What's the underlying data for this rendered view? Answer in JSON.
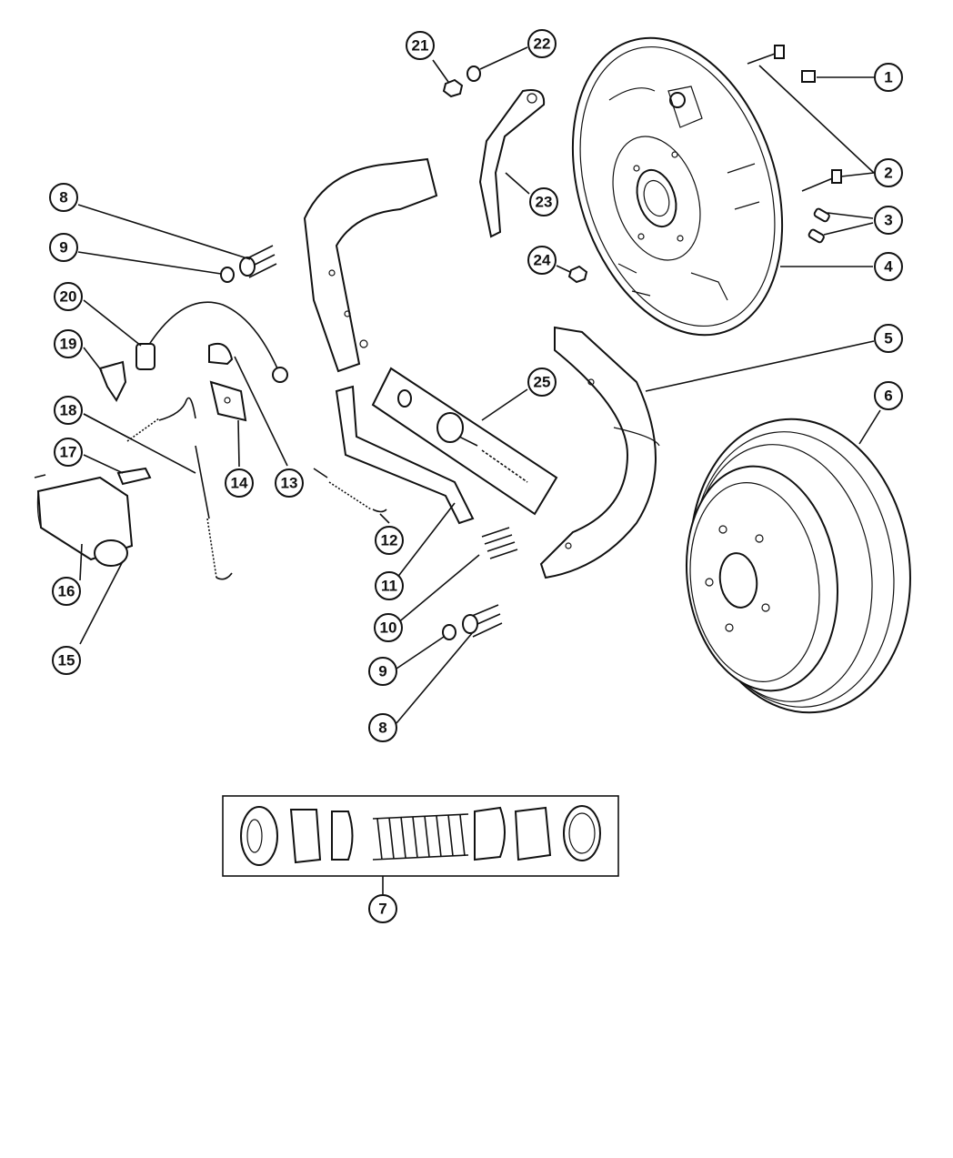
{
  "diagram": {
    "callouts": [
      {
        "id": "c1",
        "label": "1"
      },
      {
        "id": "c2a",
        "label": "2"
      },
      {
        "id": "c2b",
        "label": "2"
      },
      {
        "id": "c3",
        "label": "3"
      },
      {
        "id": "c4",
        "label": "4"
      },
      {
        "id": "c5",
        "label": "5"
      },
      {
        "id": "c6",
        "label": "6"
      },
      {
        "id": "c7",
        "label": "7"
      },
      {
        "id": "c8a",
        "label": "8"
      },
      {
        "id": "c8b",
        "label": "8"
      },
      {
        "id": "c9a",
        "label": "9"
      },
      {
        "id": "c9b",
        "label": "9"
      },
      {
        "id": "c10",
        "label": "10"
      },
      {
        "id": "c11",
        "label": "11"
      },
      {
        "id": "c12",
        "label": "12"
      },
      {
        "id": "c13",
        "label": "13"
      },
      {
        "id": "c14",
        "label": "14"
      },
      {
        "id": "c15",
        "label": "15"
      },
      {
        "id": "c16",
        "label": "16"
      },
      {
        "id": "c17",
        "label": "17"
      },
      {
        "id": "c18",
        "label": "18"
      },
      {
        "id": "c19",
        "label": "19"
      },
      {
        "id": "c20",
        "label": "20"
      },
      {
        "id": "c21",
        "label": "21"
      },
      {
        "id": "c22",
        "label": "22"
      },
      {
        "id": "c23",
        "label": "23"
      },
      {
        "id": "c24",
        "label": "24"
      },
      {
        "id": "c25",
        "label": "25"
      }
    ]
  }
}
